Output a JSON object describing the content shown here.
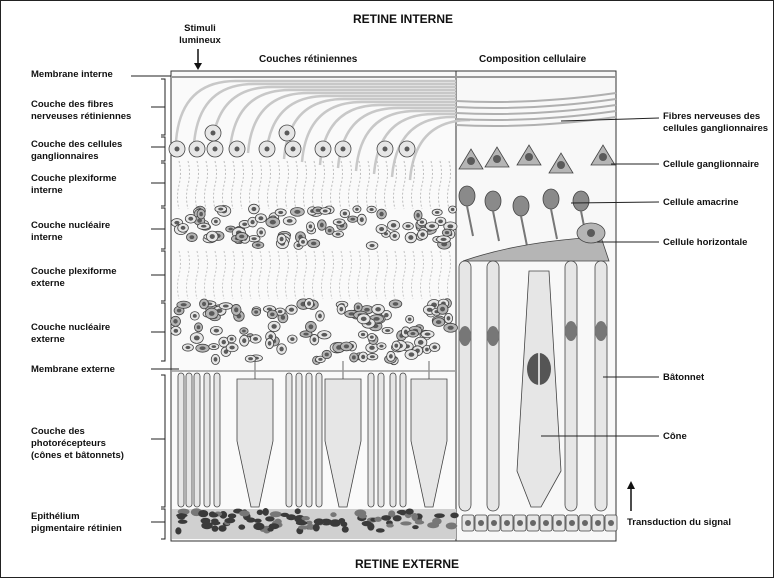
{
  "titles": {
    "top": "RETINE INTERNE",
    "bottom": "RETINE EXTERNE",
    "left_panel": "Couches rétiniennes",
    "right_panel": "Composition cellulaire",
    "stimuli": "Stimuli\nlumineux"
  },
  "left_labels": [
    "Membrane interne",
    "Couche des fibres\nnerveuses rétiniennes",
    "Couche des cellules\nganglionnaires",
    "Couche plexiforme\ninterne",
    "Couche nucléaire\ninterne",
    "Couche plexiforme\nexterne",
    "Couche nucléaire\nexterne",
    "Membrane externe",
    "Couche des\nphotorécepteurs\n(cônes et bâtonnets)",
    "Epithélium\npigmentaire rétinien"
  ],
  "right_labels": [
    "Fibres nerveuses des\ncellules ganglionnaires",
    "Cellule ganglionnaire",
    "Cellule amacrine",
    "Cellule horizontale",
    "Bâtonnet",
    "Cône"
  ],
  "signal_label": "Transduction du signal",
  "colors": {
    "fill_light": "#e6e6e6",
    "fill_mid": "#b5b5b5",
    "fill_dark": "#5a5a5a",
    "stroke": "#444444"
  }
}
